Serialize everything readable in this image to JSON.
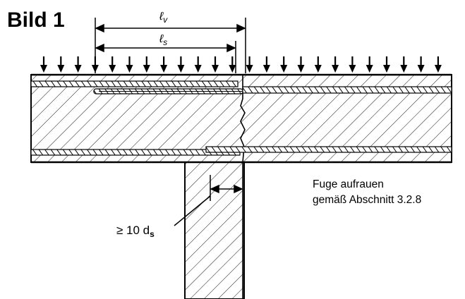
{
  "figure": {
    "title": "Bild 1",
    "dimension_lv": {
      "symbol": "ℓ",
      "subscript": "v"
    },
    "dimension_ls": {
      "symbol": "ℓ",
      "subscript": "s"
    },
    "joint_note": {
      "line1": "Fuge aufrauen",
      "line2": "gemäß Abschnitt 3.2.8"
    },
    "min_distance": {
      "prefix": "≥ 10 d",
      "subscript": "s"
    },
    "colors": {
      "ink": "#000000",
      "background": "#ffffff"
    }
  }
}
